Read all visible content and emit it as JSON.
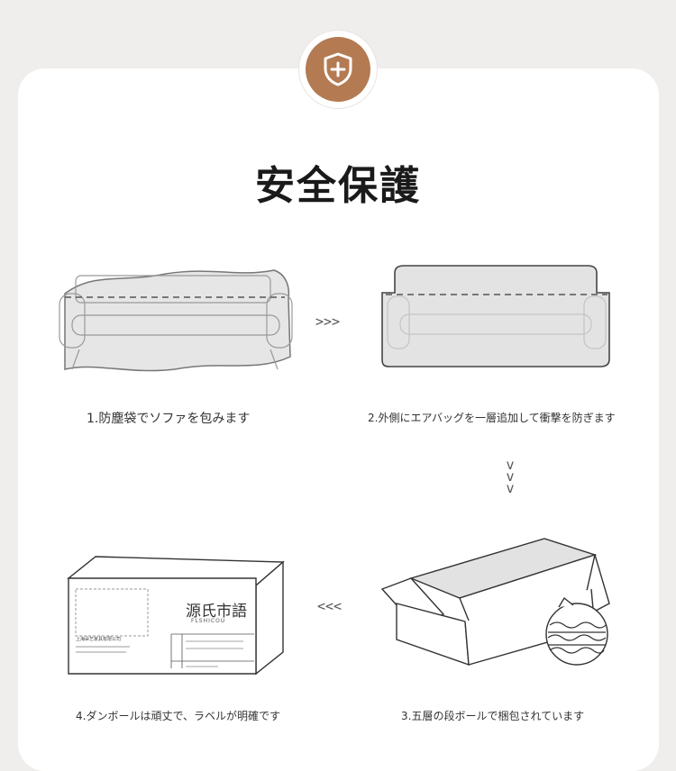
{
  "title": "安全保護",
  "steps": [
    {
      "caption": "1.防塵袋でソファを包みます"
    },
    {
      "caption": "2.外側にエアバッグを一層追加して衝撃を防ぎます"
    },
    {
      "caption": "3.五層の段ボールで梱包されています"
    },
    {
      "caption": "4.ダンボールは頑丈で、ラベルが明確です"
    }
  ],
  "arrows": {
    "right": ">>>",
    "down": [
      "v",
      "v",
      "v"
    ],
    "left": "<<<"
  },
  "box_label": {
    "brand": "源氏市語",
    "brand_sub": "FLSHICOU",
    "company": "上海朵艺家具有限公司"
  },
  "colors": {
    "accent": "#b47a52",
    "background": "#efeeec",
    "card": "#ffffff"
  },
  "icons": [
    "shield-plus-icon"
  ]
}
